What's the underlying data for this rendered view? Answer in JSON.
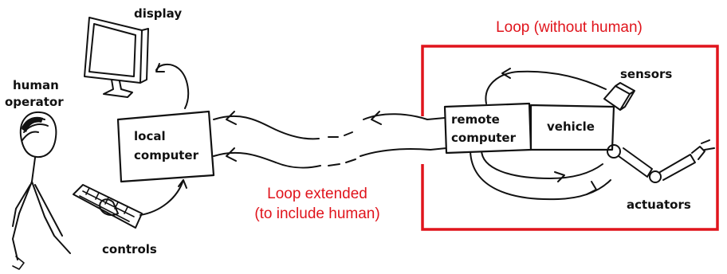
{
  "labels": {
    "display": "display",
    "human_operator_line1": "human",
    "human_operator_line2": "operator",
    "local_computer_line1": "local",
    "local_computer_line2": "computer",
    "controls": "controls",
    "remote_computer_line1": "remote",
    "remote_computer_line2": "computer",
    "vehicle": "vehicle",
    "sensors": "sensors",
    "actuators": "actuators"
  },
  "annotations": {
    "loop_without_human": "Loop (without human)",
    "loop_extended_line1": "Loop extended",
    "loop_extended_line2": "(to include human)"
  },
  "colors": {
    "ink": "#111111",
    "accent_red": "#e0141c",
    "background": "#ffffff"
  }
}
